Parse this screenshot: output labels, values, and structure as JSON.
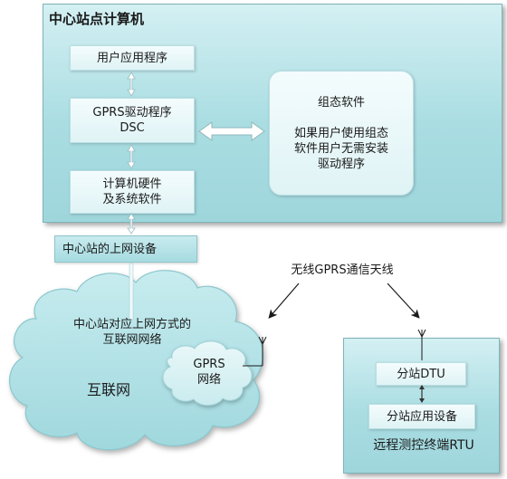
{
  "center_station": {
    "title": "中心站点计算机",
    "user_app": "用户应用程序",
    "gprs_driver": "GPRS驱动程序\nDSC",
    "hardware": "计算机硬件\n及系统软件",
    "config_software": "组态软件\n\n如果用户使用组态\n软件用户无需安装\n驱动程序"
  },
  "network_device": "中心站的上网设备",
  "antenna_label": "无线GPRS通信天线",
  "internet": {
    "access_label": "中心站对应上网方式的\n互联网网络",
    "name": "互联网",
    "gprs_network": "GPRS\n网络"
  },
  "rtu": {
    "title": "远程测控终端RTU",
    "dtu": "分站DTU",
    "device": "分站应用设备"
  }
}
